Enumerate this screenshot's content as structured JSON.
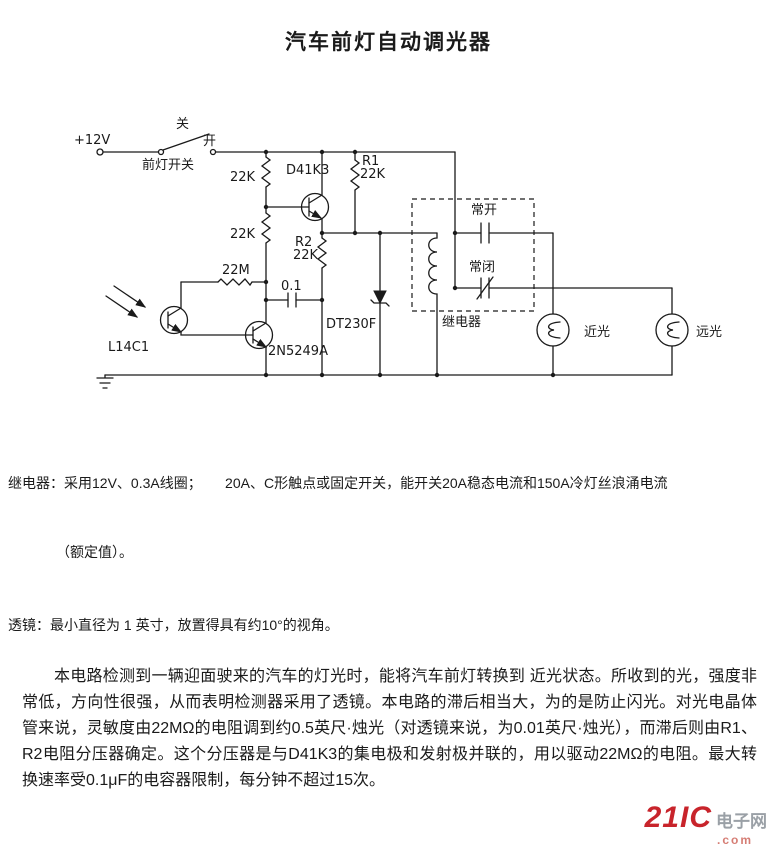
{
  "page": {
    "title": "汽车前灯自动调光器"
  },
  "colors": {
    "ink": "#1a1a1a",
    "brand_red": "#c8242b",
    "brand_gray": "#9aa0a6"
  },
  "schematic": {
    "supply_label": "+12V",
    "switch_off_label": "关",
    "switch_on_label": "开",
    "switch_name": "前灯开关",
    "r_top": "22K",
    "q1_label": "D41K3",
    "r1_name": "R1",
    "r1_value": "22K",
    "r_mid": "22K",
    "r2_name": "R2",
    "r2_value": "22K",
    "r_sense": "22M",
    "cap_label": "0.1",
    "diode_label": "DT230F",
    "photo_label": "L14C1",
    "q2_label": "2N5249A",
    "contact_no": "常开",
    "contact_nc": "常闭",
    "relay_label": "继电器",
    "lamp_near": "近光",
    "lamp_far": "远光"
  },
  "notes": {
    "relay_spec": "继电器：采用12V、0.3A线圈；      20A、C形触点或固定开关，能开关20A稳态电流和150A冷灯丝浪涌电流",
    "relay_spec_cont": "（额定值）。",
    "lens_spec": "透镜：最小直径为 1 英寸，放置得具有约10°的视角。"
  },
  "body": {
    "paragraph": "本电路检测到一辆迎面驶来的汽车的灯光时，能将汽车前灯转换到 近光状态。所收到的光，强度非常低，方向性很强，从而表明检测器采用了透镜。本电路的滞后相当大，为的是防止闪光。对光电晶体管来说，灵敏度由22MΩ的电阻调到约0.5英尺·烛光（对透镜来说，为0.01英尺·烛光），而滞后则由R1、R2电阻分压器确定。这个分压器是与D41K3的集电极和发射极并联的，用以驱动22MΩ的电阻。最大转换速率受0.1μF的电容器限制，每分钟不超过15次。"
  },
  "watermark": {
    "brand": "21IC",
    "site": "电子网",
    "domain": ".com"
  }
}
